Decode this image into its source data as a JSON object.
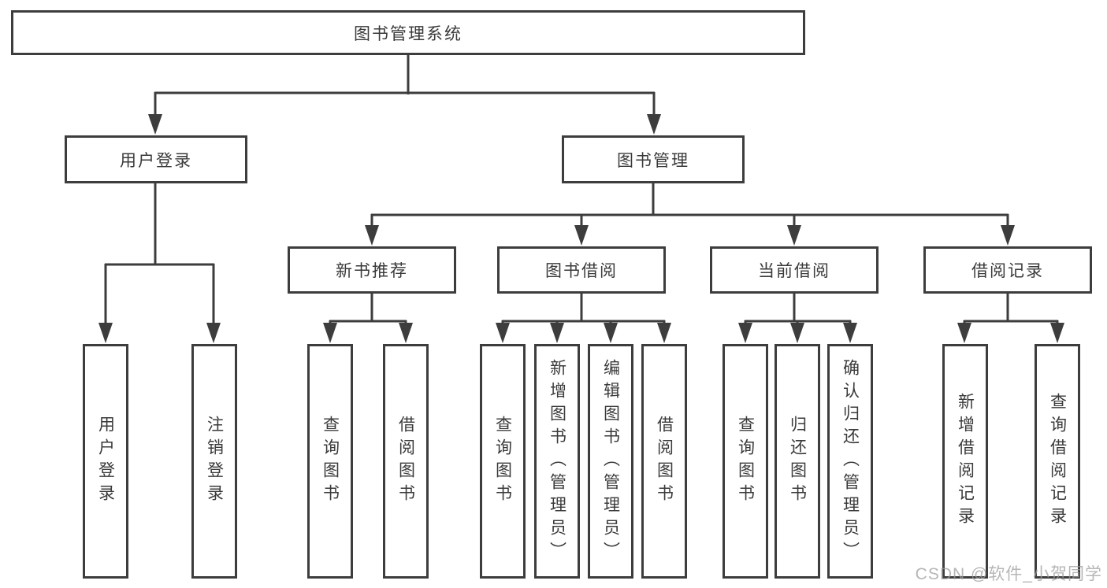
{
  "diagram": {
    "root": {
      "label": "图书管理系统"
    },
    "level2": [
      {
        "id": "user-login",
        "label": "用户登录",
        "children": [
          {
            "label": "用户登录"
          },
          {
            "label": "注销登录"
          }
        ]
      },
      {
        "id": "book-management",
        "label": "图书管理",
        "children": [
          {
            "label": "新书推荐",
            "children": [
              {
                "label": "查询图书"
              },
              {
                "label": "借阅图书"
              }
            ]
          },
          {
            "label": "图书借阅",
            "children": [
              {
                "label": "查询图书"
              },
              {
                "label": "新增图书（管理员）"
              },
              {
                "label": "编辑图书（管理员）"
              },
              {
                "label": "借阅图书"
              }
            ]
          },
          {
            "label": "当前借阅",
            "children": [
              {
                "label": "查询图书"
              },
              {
                "label": "归还图书"
              },
              {
                "label": "确认归还（管理员）"
              }
            ]
          },
          {
            "label": "借阅记录",
            "children": [
              {
                "label": "新增借阅记录"
              },
              {
                "label": "查询借阅记录"
              }
            ]
          }
        ]
      }
    ]
  },
  "watermark": {
    "text": "CSDN @软件_小贺同学"
  },
  "colors": {
    "line": "#3d3d3d",
    "text": "#3a3a3a",
    "box_background": "#ffffff",
    "page_background": "#ffffff",
    "watermark": "#9e9e9e"
  }
}
